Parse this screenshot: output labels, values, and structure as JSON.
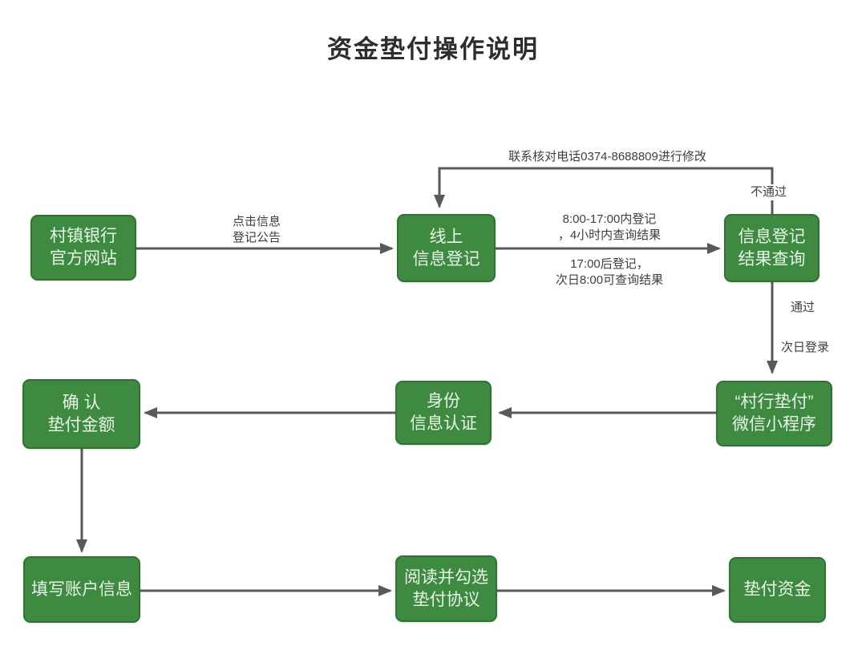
{
  "title": "资金垫付操作说明",
  "colors": {
    "node_fill": "#3d8a40",
    "node_border": "#336f36",
    "node_text": "#e7f3e7",
    "connector": "#595959",
    "label_text": "#3f3f3f",
    "background": "#ffffff"
  },
  "nodes": {
    "bank_site": {
      "lines": [
        "村镇银行",
        "官方网站"
      ]
    },
    "online_reg": {
      "lines": [
        "线上",
        "信息登记"
      ]
    },
    "result_query": {
      "lines": [
        "信息登记",
        "结果查询"
      ]
    },
    "miniprogram": {
      "lines": [
        "“村行垫付”",
        "微信小程序"
      ]
    },
    "identity_auth": {
      "lines": [
        "身份",
        "信息认证"
      ]
    },
    "confirm_amount": {
      "lines": [
        "确 认",
        "垫付金额"
      ]
    },
    "fill_account": {
      "lines": [
        "填写账户信息"
      ]
    },
    "read_agreement": {
      "lines": [
        "阅读并勾选",
        "垫付协议"
      ]
    },
    "advance_funds": {
      "lines": [
        "垫付资金"
      ]
    }
  },
  "edge_labels": {
    "click_notice": {
      "lines": [
        "点击信息",
        "登记公告"
      ]
    },
    "reg_daytime": {
      "lines": [
        "8:00-17:00内登记",
        "，4小时内查询结果"
      ]
    },
    "reg_evening": {
      "lines": [
        "17:00后登记，",
        "次日8:00可查询结果"
      ]
    },
    "feedback_phone": "联系核对电话0374-8688809进行修改",
    "not_pass": "不通过",
    "pass": "通过",
    "next_day_login": "次日登录"
  }
}
